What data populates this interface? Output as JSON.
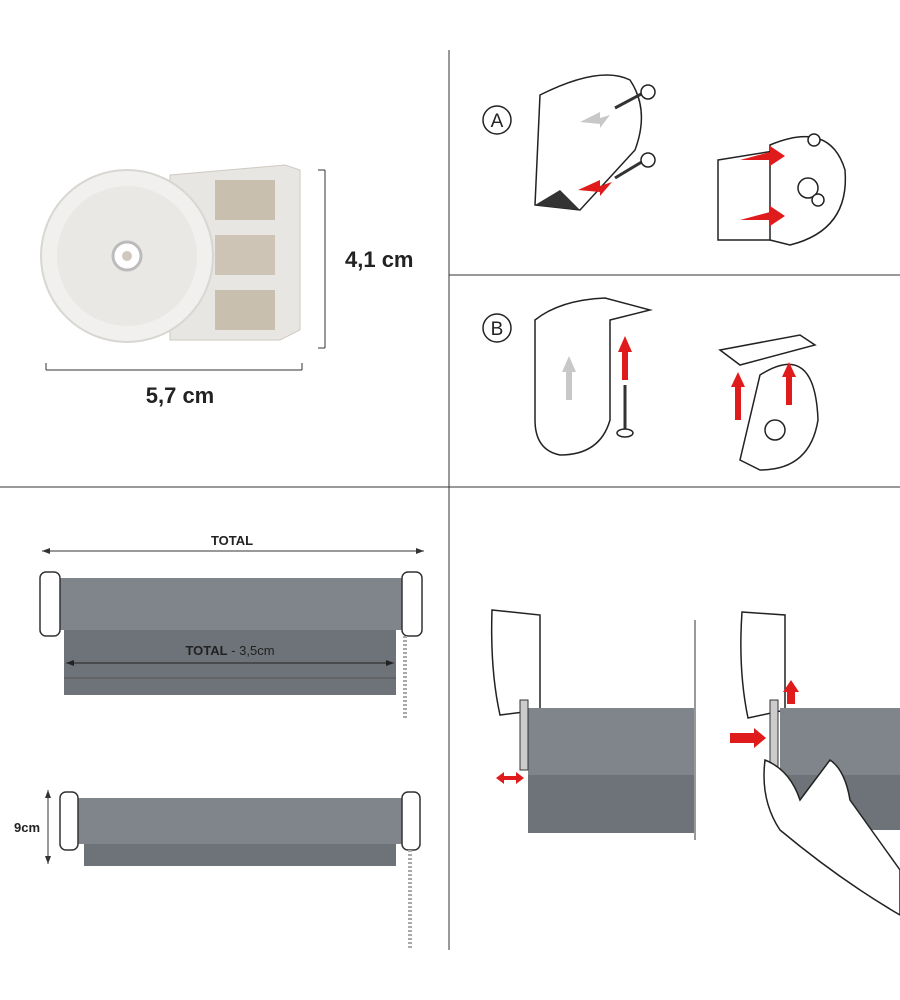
{
  "panels": {
    "dimensions": {
      "height_label": "4,1 cm",
      "width_label": "5,7 cm"
    },
    "step_a": {
      "badge": "A"
    },
    "step_b": {
      "badge": "B"
    },
    "measurement": {
      "total_label": "TOTAL",
      "fabric_label_bold": "TOTAL",
      "fabric_label_rest": " - 3,5cm",
      "height_label": "9cm"
    }
  },
  "colors": {
    "arrow": "#e01b1b",
    "fabric": "#80858b",
    "divider": "#333333"
  }
}
